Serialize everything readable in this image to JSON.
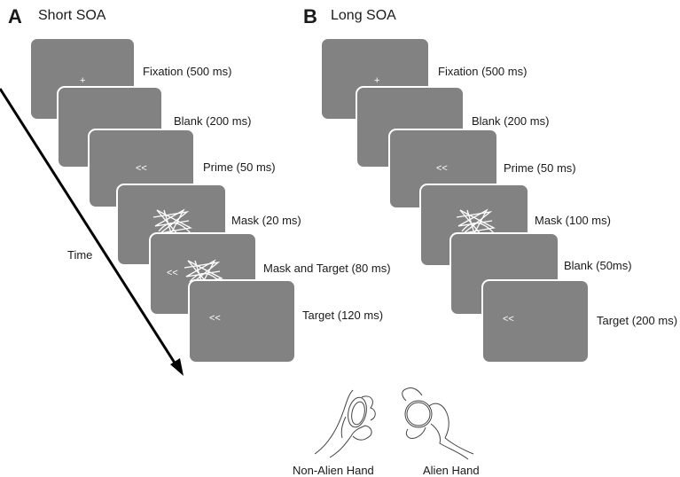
{
  "panel_a": {
    "letter": "A",
    "title": "Short SOA",
    "time_label": "Time",
    "screens": [
      {
        "label": "Fixation (500 ms)",
        "stimulus": "+"
      },
      {
        "label": "Blank (200 ms)",
        "stimulus": ""
      },
      {
        "label": "Prime (50 ms)",
        "stimulus": "<<"
      },
      {
        "label": "Mask (20 ms)",
        "stimulus": ""
      },
      {
        "label": "Mask and Target (80 ms)",
        "stimulus": "<<"
      },
      {
        "label": "Target (120 ms)",
        "stimulus": "<<"
      }
    ]
  },
  "panel_b": {
    "letter": "B",
    "title": "Long SOA",
    "screens": [
      {
        "label": "Fixation (500 ms)",
        "stimulus": "+"
      },
      {
        "label": "Blank (200 ms)",
        "stimulus": ""
      },
      {
        "label": "Prime (50 ms)",
        "stimulus": "<<"
      },
      {
        "label": "Mask (100 ms)",
        "stimulus": ""
      },
      {
        "label": "Blank (50ms)",
        "stimulus": ""
      },
      {
        "label": "Target (200 ms)",
        "stimulus": "<<"
      }
    ]
  },
  "hands": {
    "left_caption": "Non-Alien Hand",
    "right_caption": "Alien Hand"
  },
  "colors": {
    "screen_fill": "#828282",
    "screen_border": "#ffffff",
    "arrow": "#000000"
  }
}
